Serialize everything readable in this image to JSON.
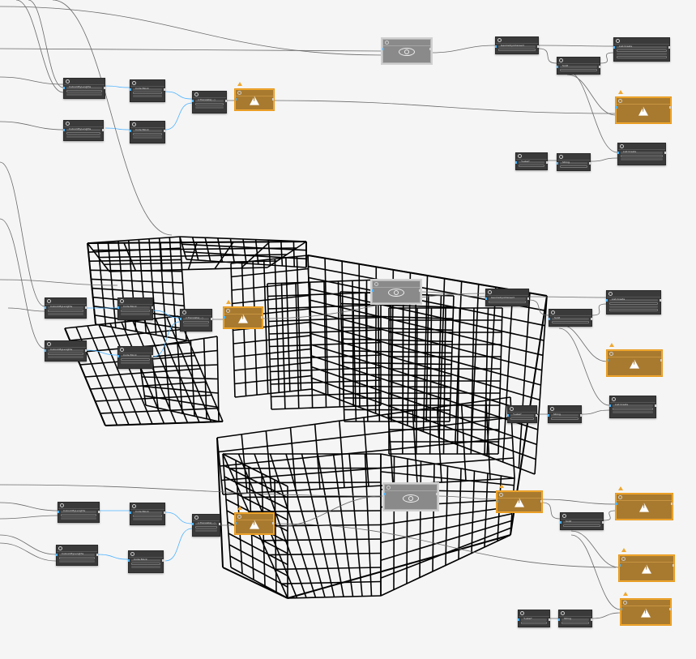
{
  "app": {
    "title": "Dynamo graph canvas",
    "background": "#f5f5f5"
  },
  "colors": {
    "node_body": "#3a3a3a",
    "node_warning": "#a87a30",
    "node_warning_border": "#f0a830",
    "node_frozen": "#8a8a8a",
    "wire": "#6a6a6a",
    "wire_active": "#4fb3ff",
    "geometry": "#000000"
  },
  "icons": {
    "warning": "warning-triangle-icon",
    "frozen": "freeze-icon",
    "node_header": "node-status-icon"
  },
  "nodes": [
    {
      "id": "n1",
      "kind": "normal",
      "label": "Cuboid.ByLengths",
      "outputs": 1
    },
    {
      "id": "n2",
      "kind": "normal",
      "label": "Code Block",
      "outputs": 2
    },
    {
      "id": "n3",
      "kind": "normal",
      "label": "x.Translate(...)",
      "outputs": 1
    },
    {
      "id": "n4",
      "kind": "warning",
      "label": "",
      "outputs": 1
    },
    {
      "id": "n5",
      "kind": "normal",
      "label": "Cuboid.ByLengths",
      "outputs": 1
    },
    {
      "id": "n6",
      "kind": "normal",
      "label": "Code Block",
      "outputs": 2
    },
    {
      "id": "n7",
      "kind": "frozen",
      "label": "",
      "outputs": 1
    },
    {
      "id": "n8",
      "kind": "normal",
      "label": "Geometry.Intersect",
      "outputs": 1
    },
    {
      "id": "n9",
      "kind": "normal",
      "label": "Solid",
      "outputs": 1
    },
    {
      "id": "n10",
      "kind": "normal",
      "label": "List.Create",
      "outputs": 1
    },
    {
      "id": "n11",
      "kind": "warning",
      "label": "",
      "outputs": 1
    },
    {
      "id": "n12",
      "kind": "normal",
      "label": "List.Create",
      "outputs": 1
    },
    {
      "id": "n13",
      "kind": "normal",
      "label": "\"Label\"",
      "outputs": 1
    },
    {
      "id": "n14",
      "kind": "normal",
      "label": "String",
      "outputs": 1
    },
    {
      "id": "n15",
      "kind": "normal",
      "label": "Cuboid.ByLengths",
      "outputs": 1
    },
    {
      "id": "n16",
      "kind": "normal",
      "label": "Code Block",
      "outputs": 2
    },
    {
      "id": "n17",
      "kind": "normal",
      "label": "x.Translate(...)",
      "outputs": 1
    },
    {
      "id": "n18",
      "kind": "warning",
      "label": "",
      "outputs": 1
    },
    {
      "id": "n19",
      "kind": "normal",
      "label": "Cuboid.ByLengths",
      "outputs": 1
    },
    {
      "id": "n20",
      "kind": "normal",
      "label": "Code Block",
      "outputs": 2
    },
    {
      "id": "n21",
      "kind": "frozen",
      "label": "",
      "outputs": 1
    },
    {
      "id": "n22",
      "kind": "normal",
      "label": "Geometry.Intersect",
      "outputs": 1
    },
    {
      "id": "n23",
      "kind": "normal",
      "label": "Solid",
      "outputs": 1
    },
    {
      "id": "n24",
      "kind": "normal",
      "label": "List.Create",
      "outputs": 1
    },
    {
      "id": "n25",
      "kind": "warning",
      "label": "",
      "outputs": 1
    },
    {
      "id": "n26",
      "kind": "normal",
      "label": "List.Create",
      "outputs": 1
    },
    {
      "id": "n27",
      "kind": "normal",
      "label": "\"Label\"",
      "outputs": 1
    },
    {
      "id": "n28",
      "kind": "normal",
      "label": "String",
      "outputs": 1
    },
    {
      "id": "n29",
      "kind": "normal",
      "label": "Cuboid.ByLengths",
      "outputs": 1
    },
    {
      "id": "n30",
      "kind": "normal",
      "label": "Code Block",
      "outputs": 2
    },
    {
      "id": "n31",
      "kind": "normal",
      "label": "x.Translate(...)",
      "outputs": 1
    },
    {
      "id": "n32",
      "kind": "warning",
      "label": "",
      "outputs": 1
    },
    {
      "id": "n33",
      "kind": "normal",
      "label": "Cuboid.ByLengths",
      "outputs": 1
    },
    {
      "id": "n34",
      "kind": "normal",
      "label": "Code Block",
      "outputs": 2
    },
    {
      "id": "n35",
      "kind": "frozen",
      "label": "",
      "outputs": 1
    },
    {
      "id": "n36",
      "kind": "warning",
      "label": "",
      "outputs": 1
    },
    {
      "id": "n37",
      "kind": "normal",
      "label": "Solid",
      "outputs": 1
    },
    {
      "id": "n38",
      "kind": "warning",
      "label": "",
      "outputs": 1
    },
    {
      "id": "n39",
      "kind": "warning",
      "label": "",
      "outputs": 1
    },
    {
      "id": "n40",
      "kind": "warning",
      "label": "",
      "outputs": 1
    },
    {
      "id": "n41",
      "kind": "normal",
      "label": "\"Label\"",
      "outputs": 1
    },
    {
      "id": "n42",
      "kind": "normal",
      "label": "String",
      "outputs": 1
    }
  ]
}
